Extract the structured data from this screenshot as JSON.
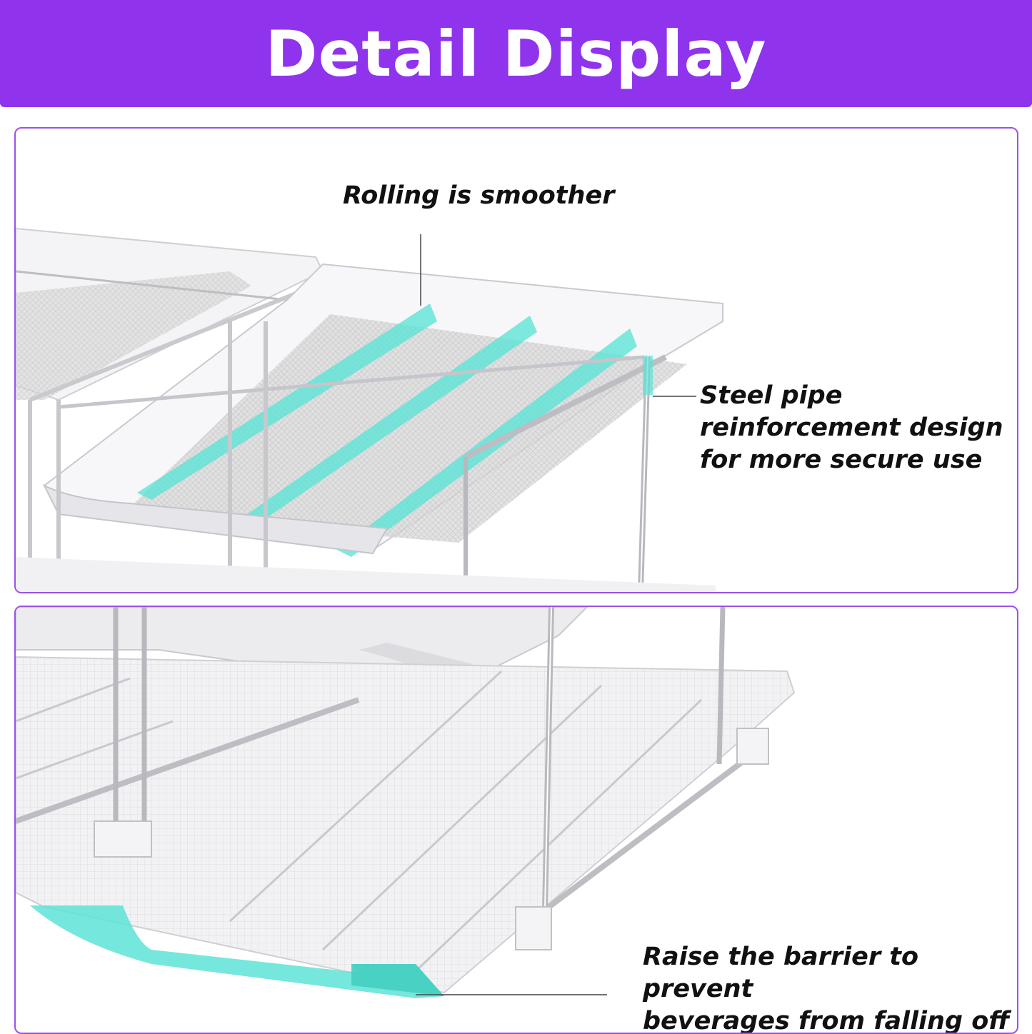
{
  "header": {
    "title": "Detail Display"
  },
  "colors": {
    "banner": "#9033ec",
    "border": "#9a52e6",
    "accent": "#5ee3d6"
  },
  "callouts": {
    "rolling": "Rolling is smoother",
    "steel_line1": "Steel pipe",
    "steel_line2": "reinforcement design",
    "steel_line3": "for more secure use",
    "barrier_line1": "Raise the barrier to prevent",
    "barrier_line2": "beverages from falling off"
  }
}
